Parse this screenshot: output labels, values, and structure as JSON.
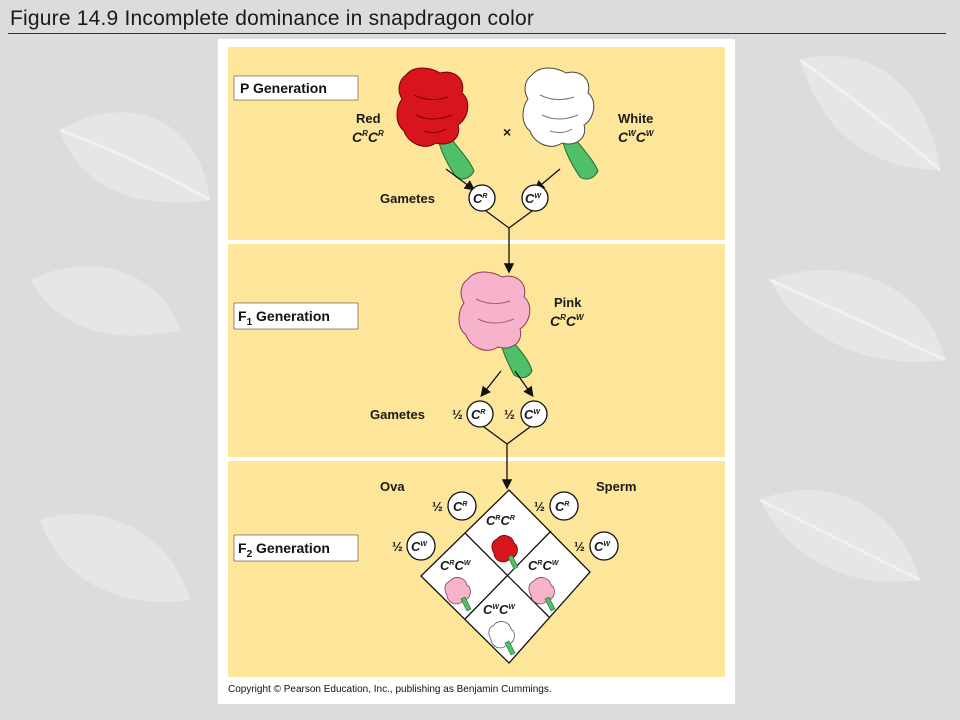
{
  "slide": {
    "title": "Figure 14.9  Incomplete dominance in snapdragon color"
  },
  "figure": {
    "generations": {
      "p": "P Generation",
      "f1_letter": "F",
      "f1_sub": "1",
      "f1_rest": " Generation",
      "f2_letter": "F",
      "f2_sub": "2",
      "f2_rest": " Generation"
    },
    "p_generation": {
      "red_label": "Red",
      "white_label": "White",
      "cross_symbol": "×",
      "gametes_label": "Gametes"
    },
    "f1_generation": {
      "pink_label": "Pink",
      "gametes_label": "Gametes",
      "fraction": "½"
    },
    "f2_generation": {
      "ova_label": "Ova",
      "sperm_label": "Sperm",
      "fraction": "½"
    },
    "allele_letter": "C",
    "allele_R": "R",
    "allele_W": "W",
    "copyright": "Copyright © Pearson Education, Inc., publishing as Benjamin Cummings.",
    "colors": {
      "panel": "#fde59a",
      "divider": "#ffffff",
      "red_flower": "#d8141c",
      "white_flower": "#ffffff",
      "pink_flower": "#f7b3cc",
      "stem": "#4fbf6a"
    }
  }
}
